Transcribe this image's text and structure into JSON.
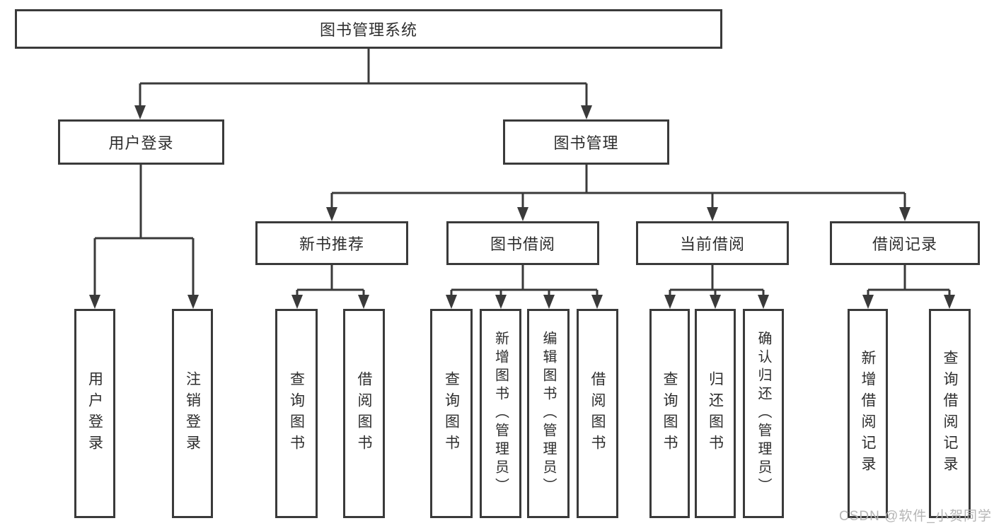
{
  "diagram": {
    "type": "hierarchy-tree",
    "colors": {
      "border": "#3a3a3a",
      "line": "#3a3a3a",
      "text": "#2e2e2e",
      "watermark": "#b5b5b5",
      "background": "#ffffff"
    },
    "tree": {
      "root": "图书管理系统",
      "branches": [
        {
          "label": "用户登录",
          "leaves": [
            "用户登录",
            "注销登录"
          ]
        },
        {
          "label": "图书管理",
          "children": [
            {
              "label": "新书推荐",
              "leaves": [
                "查询图书",
                "借阅图书"
              ]
            },
            {
              "label": "图书借阅",
              "leaves": [
                "查询图书",
                "新增图书（管理员）",
                "编辑图书（管理员）",
                "借阅图书"
              ]
            },
            {
              "label": "当前借阅",
              "leaves": [
                "查询图书",
                "归还图书",
                "确认归还（管理员）"
              ]
            },
            {
              "label": "借阅记录",
              "leaves": [
                "新增借阅记录",
                "查询借阅记录"
              ]
            }
          ]
        }
      ]
    },
    "watermark": "CSDN @软件_小贺同学"
  }
}
